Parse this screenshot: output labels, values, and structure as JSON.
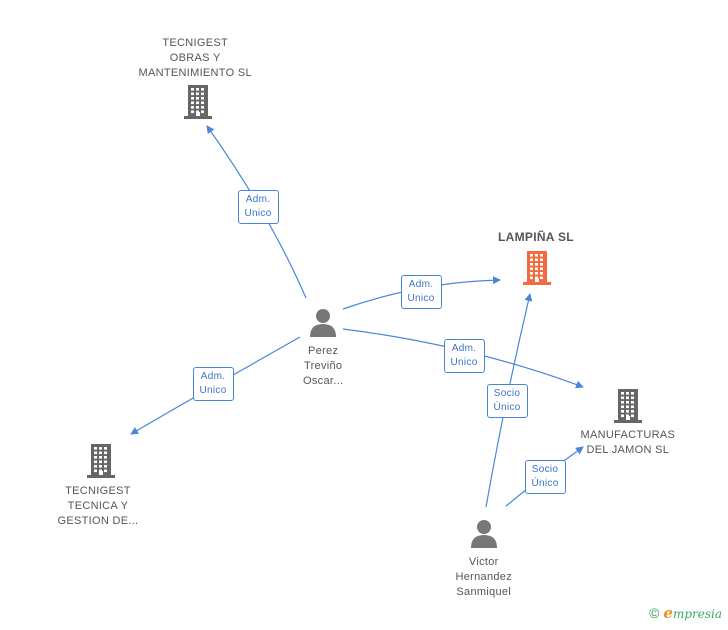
{
  "colors": {
    "edge": "#4a86d8",
    "company": "#666666",
    "focus_company": "#f26a3d",
    "person": "#777777"
  },
  "nodes": [
    {
      "id": "tecnigest-obras",
      "type": "company",
      "lines": [
        "TECNIGEST",
        "OBRAS Y",
        "MANTENIMIENTO SL"
      ]
    },
    {
      "id": "lampina",
      "type": "company-focus",
      "lines": [
        "LAMPIÑA SL"
      ]
    },
    {
      "id": "manufacturas",
      "type": "company",
      "lines": [
        "MANUFACTURAS",
        "DEL JAMON SL"
      ]
    },
    {
      "id": "tecnigest-tecnica",
      "type": "company",
      "lines": [
        "TECNIGEST",
        "TECNICA Y",
        "GESTION DE..."
      ]
    },
    {
      "id": "perez",
      "type": "person",
      "lines": [
        "Perez",
        "Treviño",
        "Oscar..."
      ]
    },
    {
      "id": "victor",
      "type": "person",
      "lines": [
        "Victor",
        "Hernandez",
        "Sanmiquel"
      ]
    }
  ],
  "edges": [
    {
      "id": "e1",
      "lines": [
        "Adm.",
        "Unico"
      ]
    },
    {
      "id": "e2",
      "lines": [
        "Adm.",
        "Unico"
      ]
    },
    {
      "id": "e3",
      "lines": [
        "Adm.",
        "Unico"
      ]
    },
    {
      "id": "e4",
      "lines": [
        "Adm.",
        "Unico"
      ]
    },
    {
      "id": "e5",
      "lines": [
        "Socio",
        "Único"
      ]
    },
    {
      "id": "e6",
      "lines": [
        "Socio",
        "Único"
      ]
    }
  ],
  "footer": {
    "copyright_symbol": "©",
    "brand_initial": "e",
    "brand_rest": "mpresia"
  }
}
